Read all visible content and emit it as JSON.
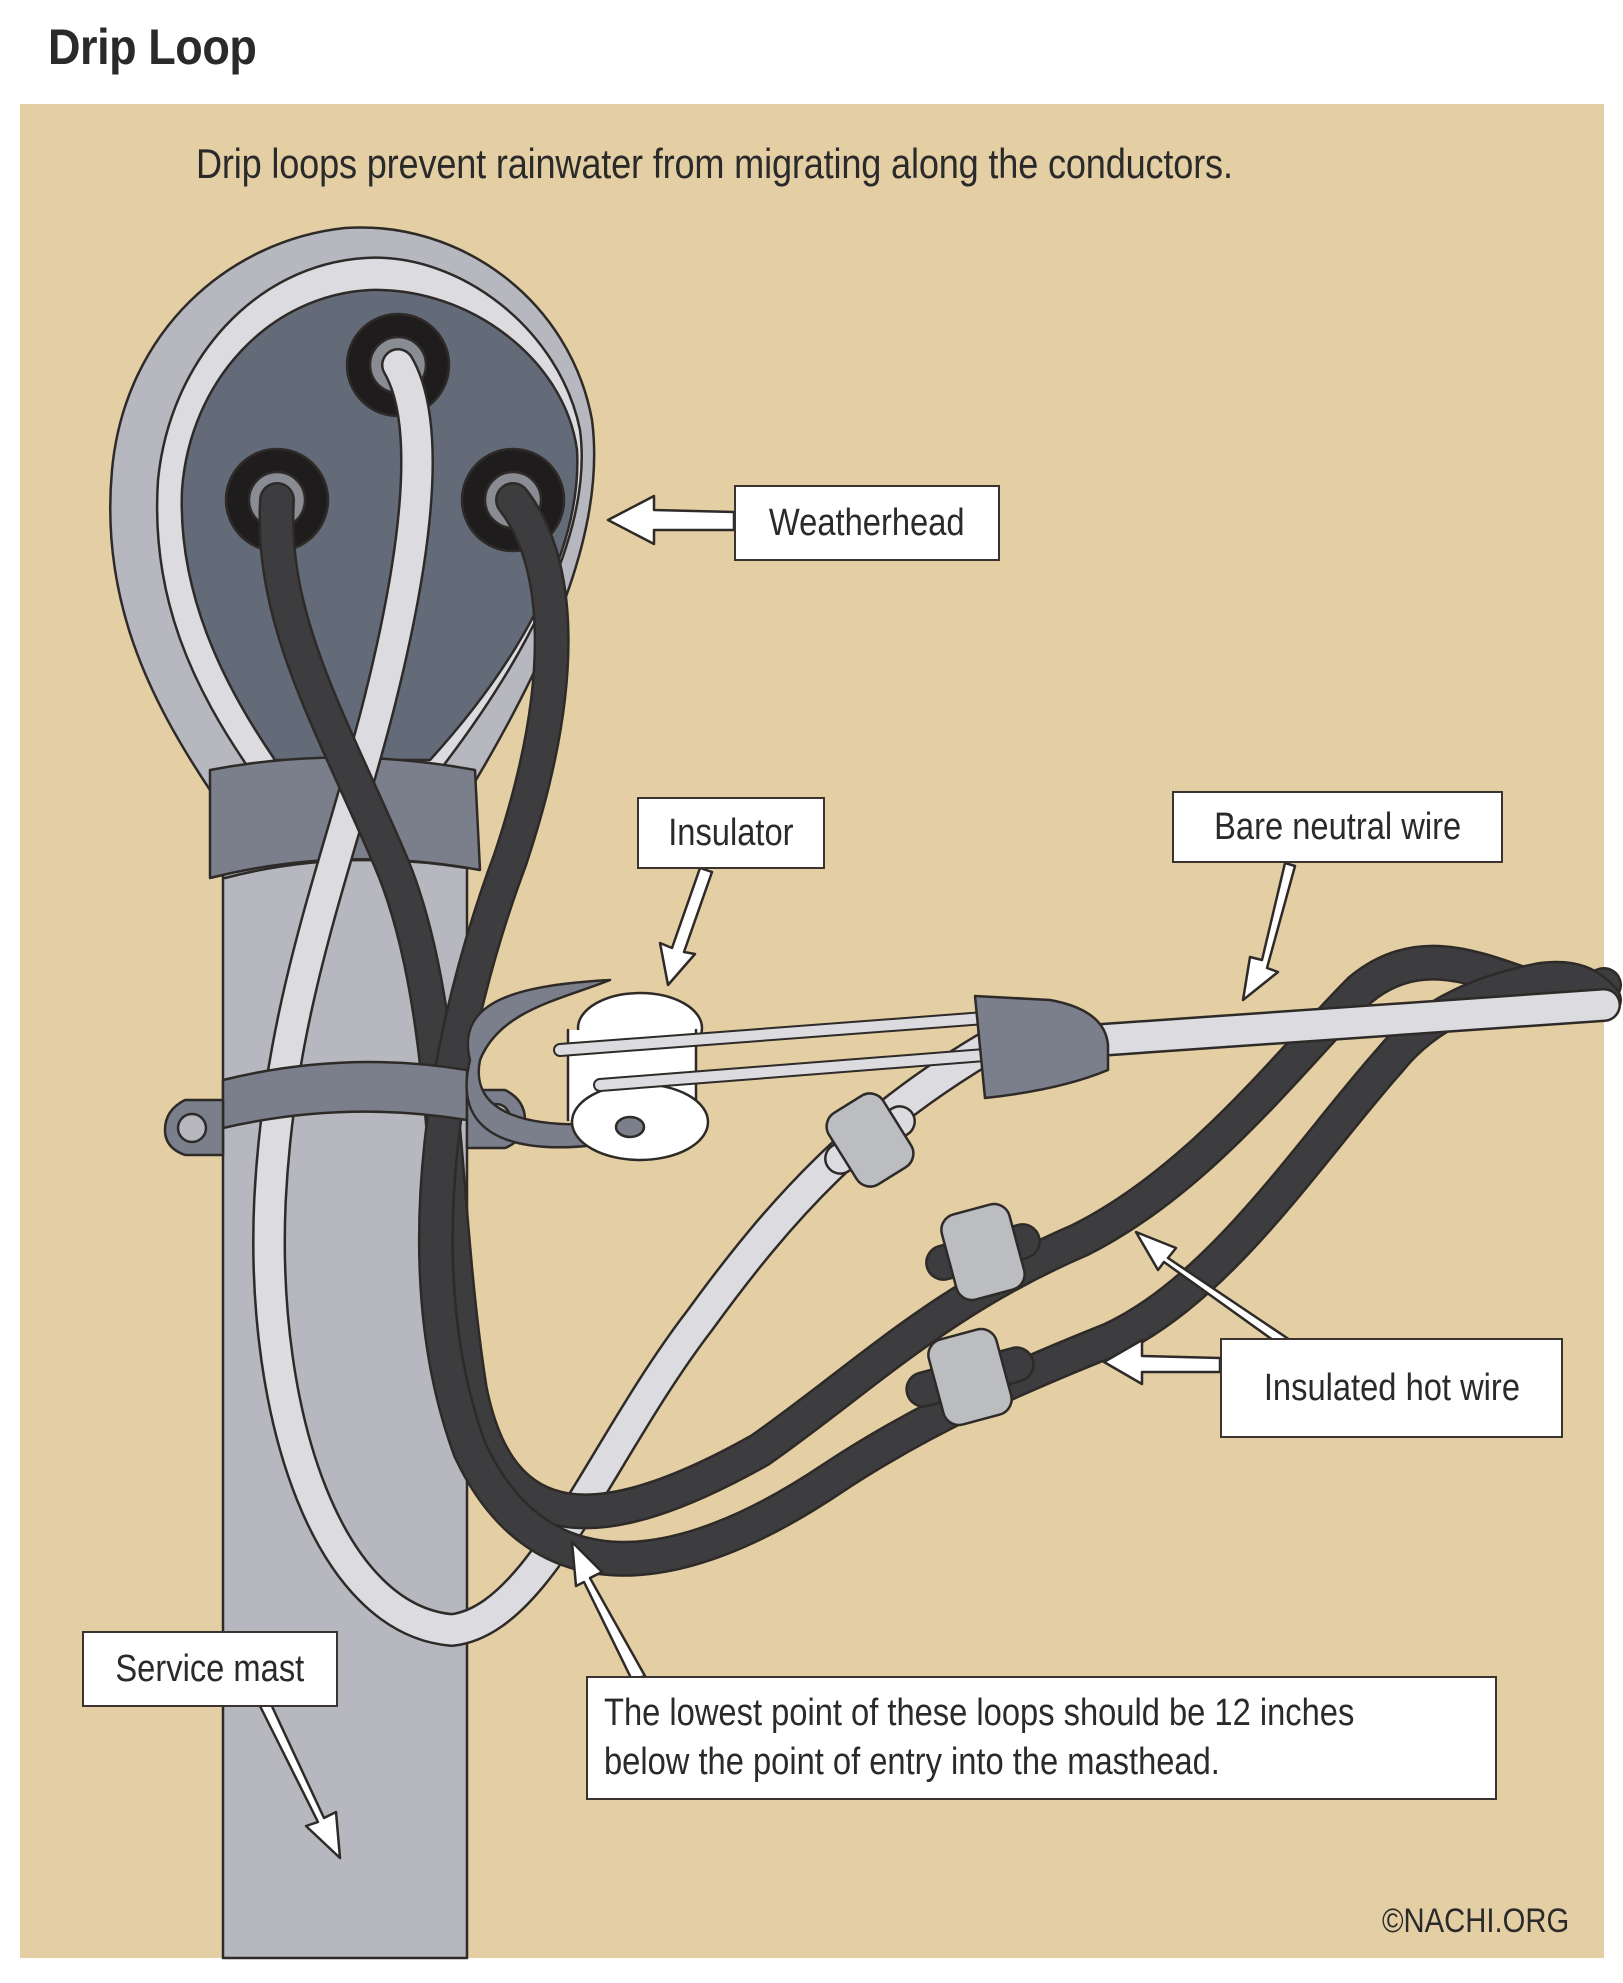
{
  "title": "Drip Loop",
  "subtitle": "Drip loops prevent rainwater from migrating along the conductors.",
  "labels": {
    "weatherhead": "Weatherhead",
    "insulator": "Insulator",
    "bare_neutral": "Bare neutral wire",
    "insulated_hot": "Insulated hot wire",
    "service_mast": "Service mast",
    "lowest_point_line1": "The lowest point of these loops should be 12 inches",
    "lowest_point_line2": "below the point of entry into the masthead."
  },
  "copyright": "©NACHI.ORG",
  "colors": {
    "background": "#e4cea4",
    "mast": "#b6b7bf",
    "weatherhead_face": "#636a78",
    "collar": "#7b7f8b",
    "hot_wire": "#3d3d3f",
    "neutral_wire": "#dcdce0",
    "connector": "#bcbdc1",
    "outline": "#2e2a28"
  }
}
